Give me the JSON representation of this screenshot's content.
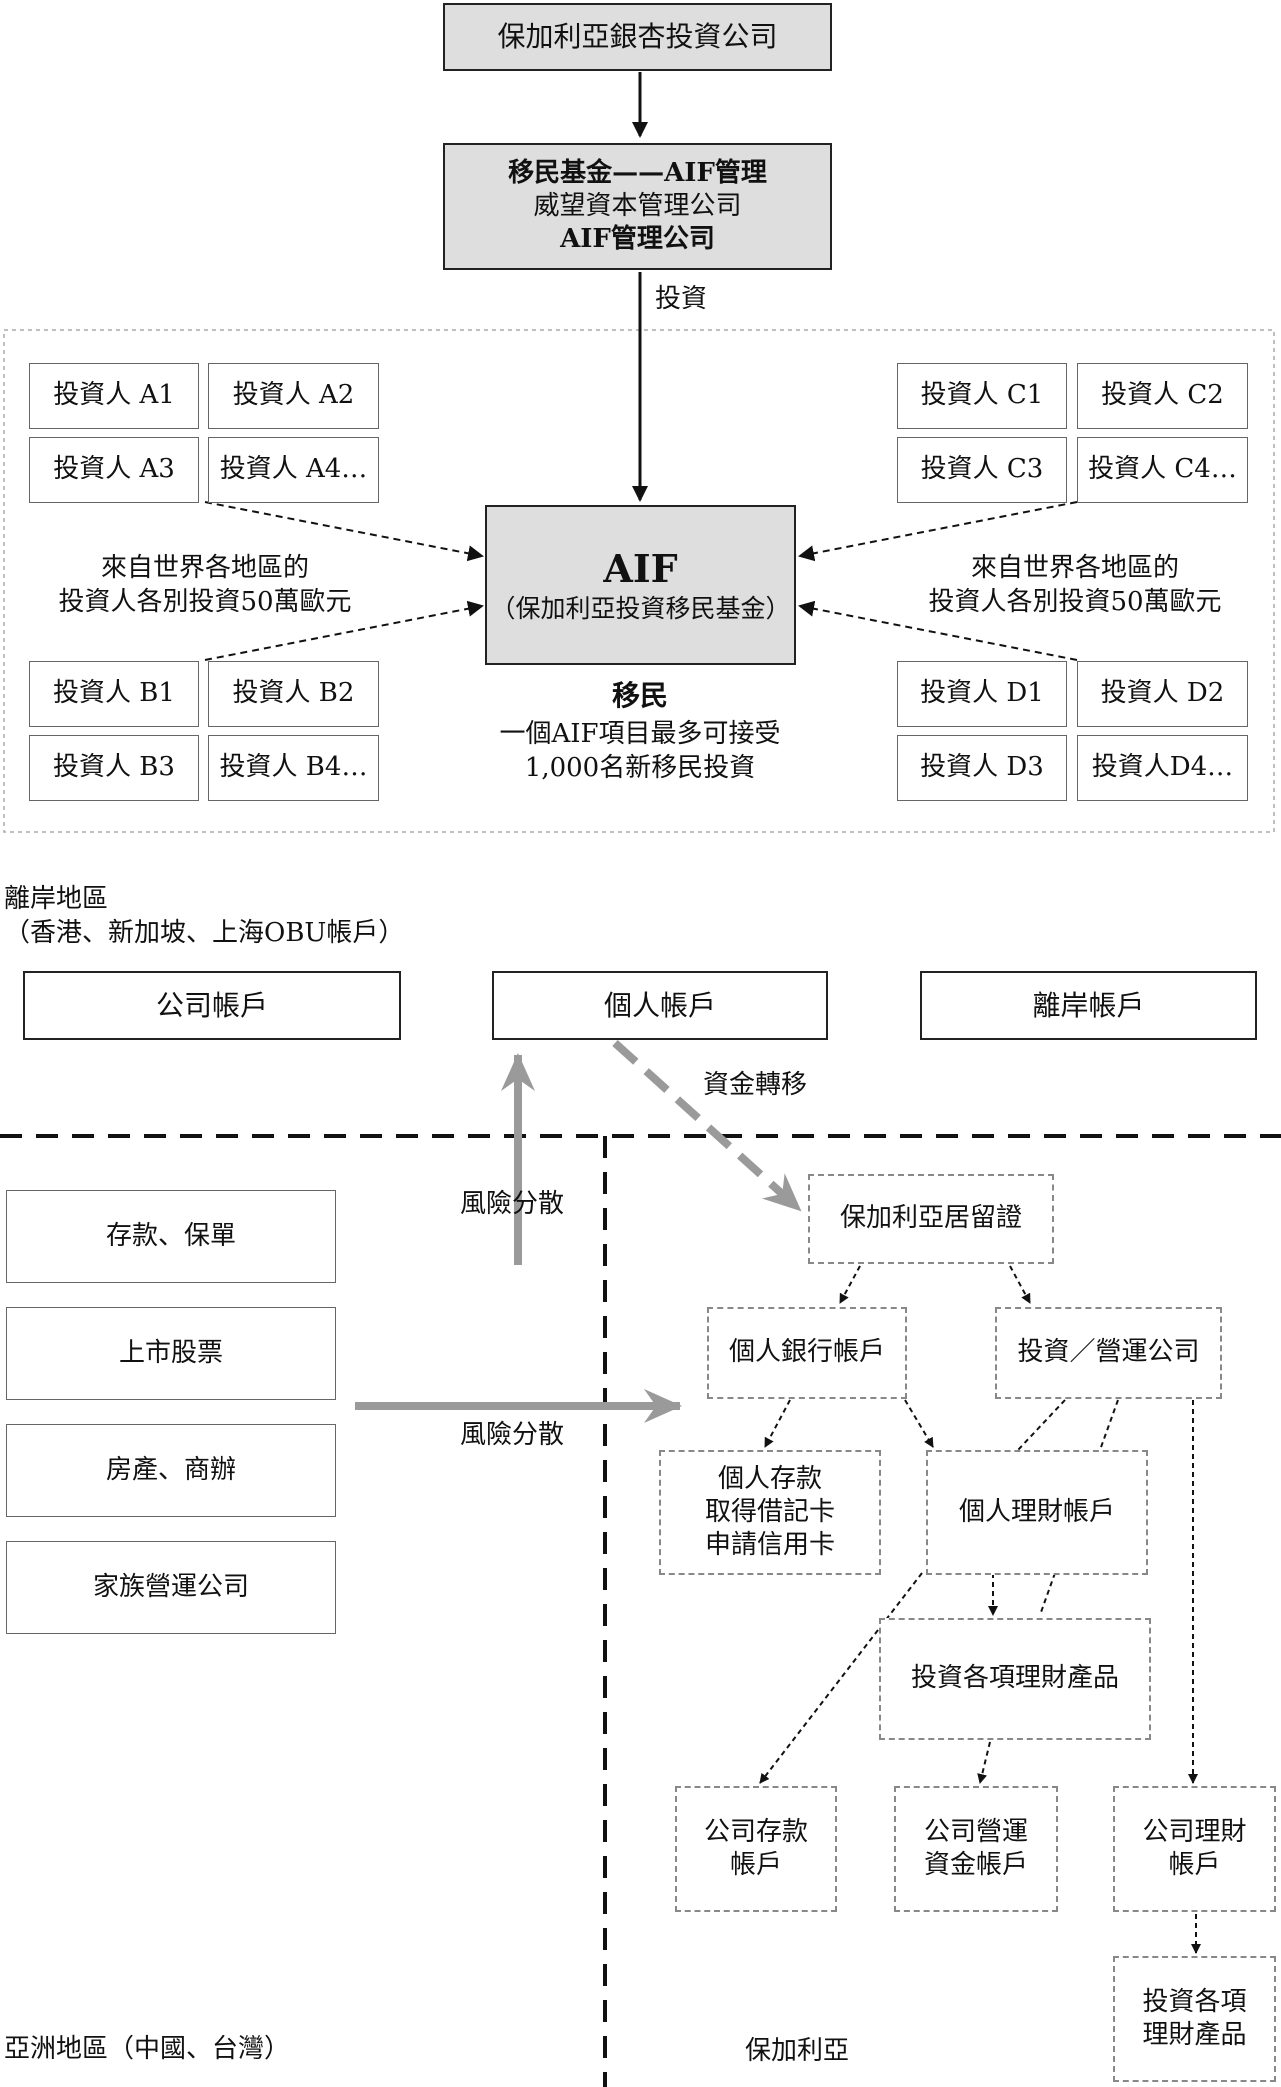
{
  "top": {
    "company": "保加利亞銀杏投資公司",
    "fund_line1": "移民基金——AIF管理",
    "fund_line2": "威望資本管理公司",
    "fund_line3": "AIF管理公司",
    "invest_label": "投資"
  },
  "aif": {
    "title": "AIF",
    "subtitle": "（保加利亞投資移民基金）",
    "immigration_label": "移民",
    "note_line1": "一個AIF項目最多可接受",
    "note_line2": "1,000名新移民投資"
  },
  "investors": {
    "A": [
      "投資人 A1",
      "投資人 A2",
      "投資人 A3",
      "投資人 A4…"
    ],
    "B": [
      "投資人 B1",
      "投資人 B2",
      "投資人 B3",
      "投資人 B4…"
    ],
    "C": [
      "投資人 C1",
      "投資人 C2",
      "投資人 C3",
      "投資人 C4…"
    ],
    "D": [
      "投資人 D1",
      "投資人 D2",
      "投資人 D3",
      "投資人D4…"
    ],
    "left_note_line1": "來自世界各地區的",
    "left_note_line2": "投資人各別投資50萬歐元",
    "right_note_line1": "來自世界各地區的",
    "right_note_line2": "投資人各別投資50萬歐元"
  },
  "offshore": {
    "title_line1": "離岸地區",
    "title_line2": "（香港、新加坡、上海OBU帳戶）",
    "accounts": [
      "公司帳戶",
      "個人帳戶",
      "離岸帳戶"
    ],
    "transfer_label": "資金轉移"
  },
  "asia": {
    "assets": [
      "存款、保單",
      "上市股票",
      "房產、商辦",
      "家族營運公司"
    ],
    "risk_up_label": "風險分散",
    "risk_right_label": "風險分散",
    "region_label": "亞洲地區（中國、台灣）"
  },
  "bulgaria": {
    "residence": "保加利亞居留證",
    "bank_account": "個人銀行帳戶",
    "investment_company": "投資／營運公司",
    "deposit_line1": "個人存款",
    "deposit_line2": "取得借記卡",
    "deposit_line3": "申請信用卡",
    "wealth_account": "個人理財帳戶",
    "products": "投資各項理財產品",
    "company_deposit_line1": "公司存款",
    "company_deposit_line2": "帳戶",
    "company_ops_line1": "公司營運",
    "company_ops_line2": "資金帳戶",
    "company_wealth_line1": "公司理財",
    "company_wealth_line2": "帳戶",
    "company_products_line1": "投資各項",
    "company_products_line2": "理財產品",
    "region_label": "保加利亞"
  }
}
